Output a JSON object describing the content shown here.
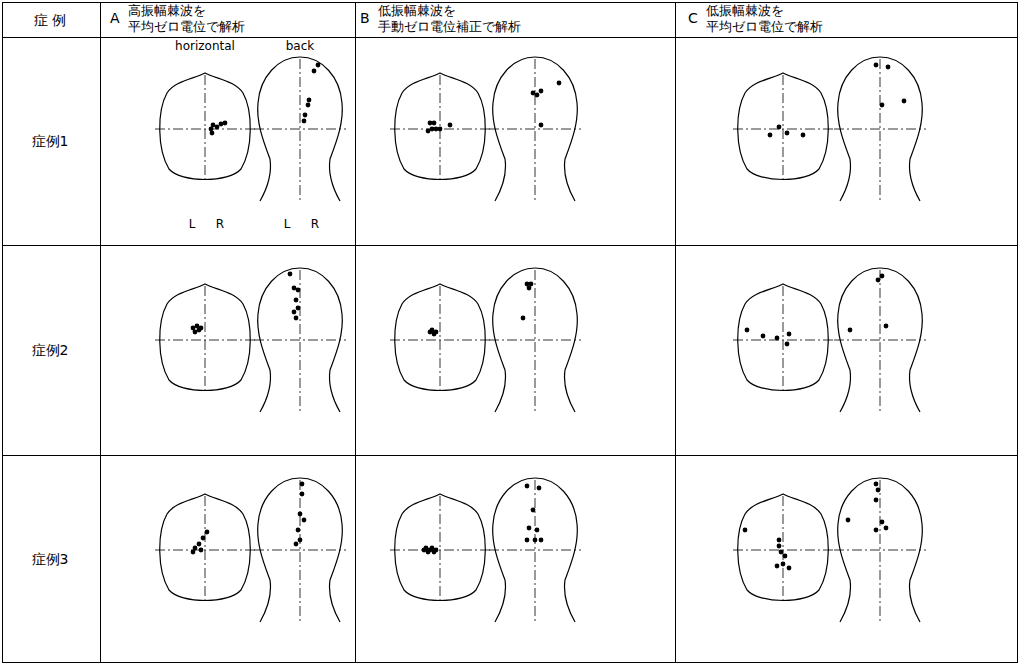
{
  "diagram": {
    "labels": [
      "症 例",
      "A",
      "高振幅棘波を 平均ゼロ電位で解析",
      "B",
      "低振幅棘波を 手動ゼロ電位補正で解析",
      "C",
      "低振幅棘波を 平均ゼロ電位で解析",
      "症例1",
      "horizontal",
      "back",
      "L",
      "R",
      "L",
      "R",
      "症例2",
      "症例3"
    ]
  }
}
